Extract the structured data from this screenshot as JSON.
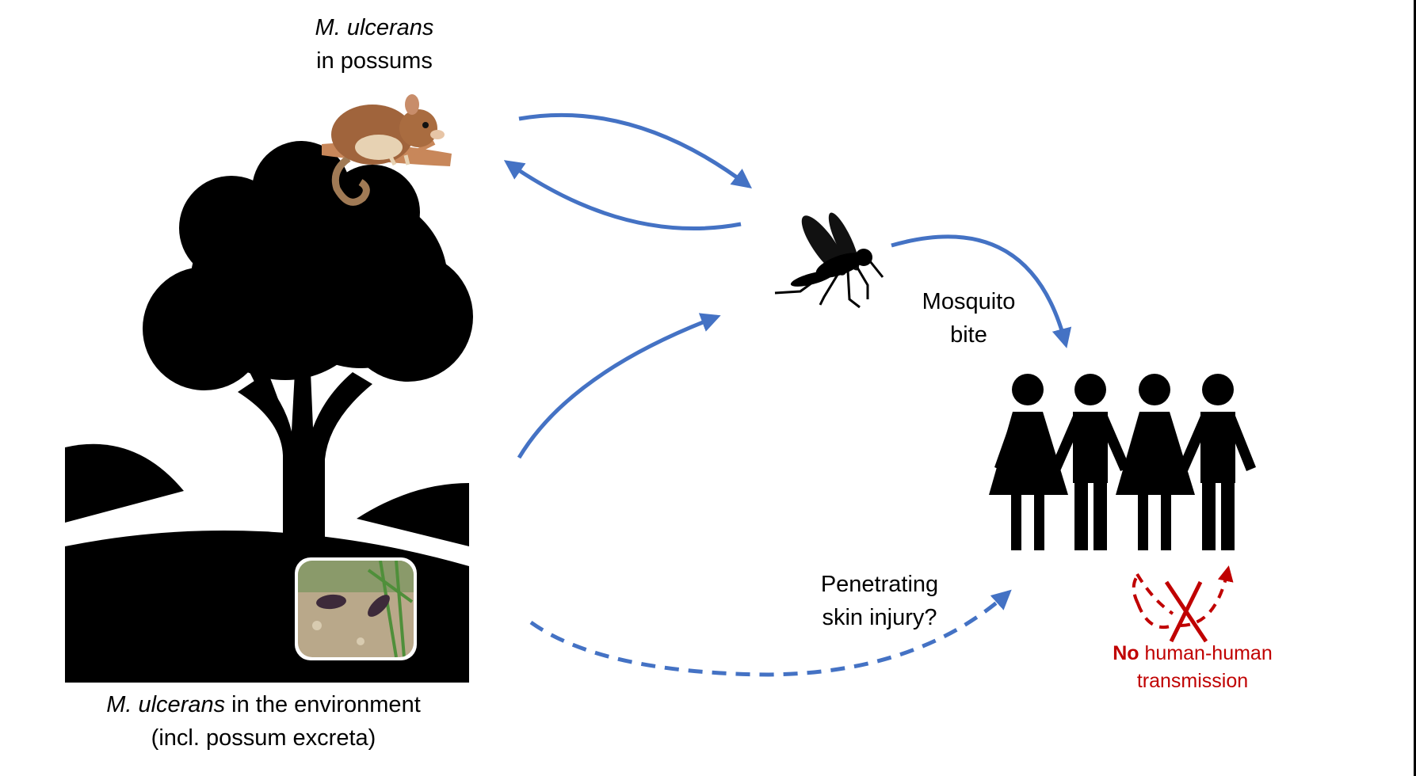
{
  "labels": {
    "possum_species": "M. ulcerans",
    "possum_location": "in possums",
    "mosquito_bite_line1": "Mosquito",
    "mosquito_bite_line2": "bite",
    "skin_injury_line1": "Penetrating",
    "skin_injury_line2": "skin injury?",
    "env_species": "M. ulcerans",
    "env_location": " in the environment",
    "env_note": "(incl. possum excreta)",
    "no_word": "No",
    "no_rest": " human-human",
    "no_line2": "transmission"
  },
  "colors": {
    "arrow_blue": "#4472c4",
    "red": "#c00000",
    "silhouette": "#000000",
    "possum_fur": "#a0643c",
    "branch": "#c8875a",
    "soil": "#b9a88a"
  },
  "icons": [
    "possum-icon",
    "tree-icon",
    "mosquito-icon",
    "people-icon",
    "excreta-photo-icon",
    "cross-icon"
  ]
}
